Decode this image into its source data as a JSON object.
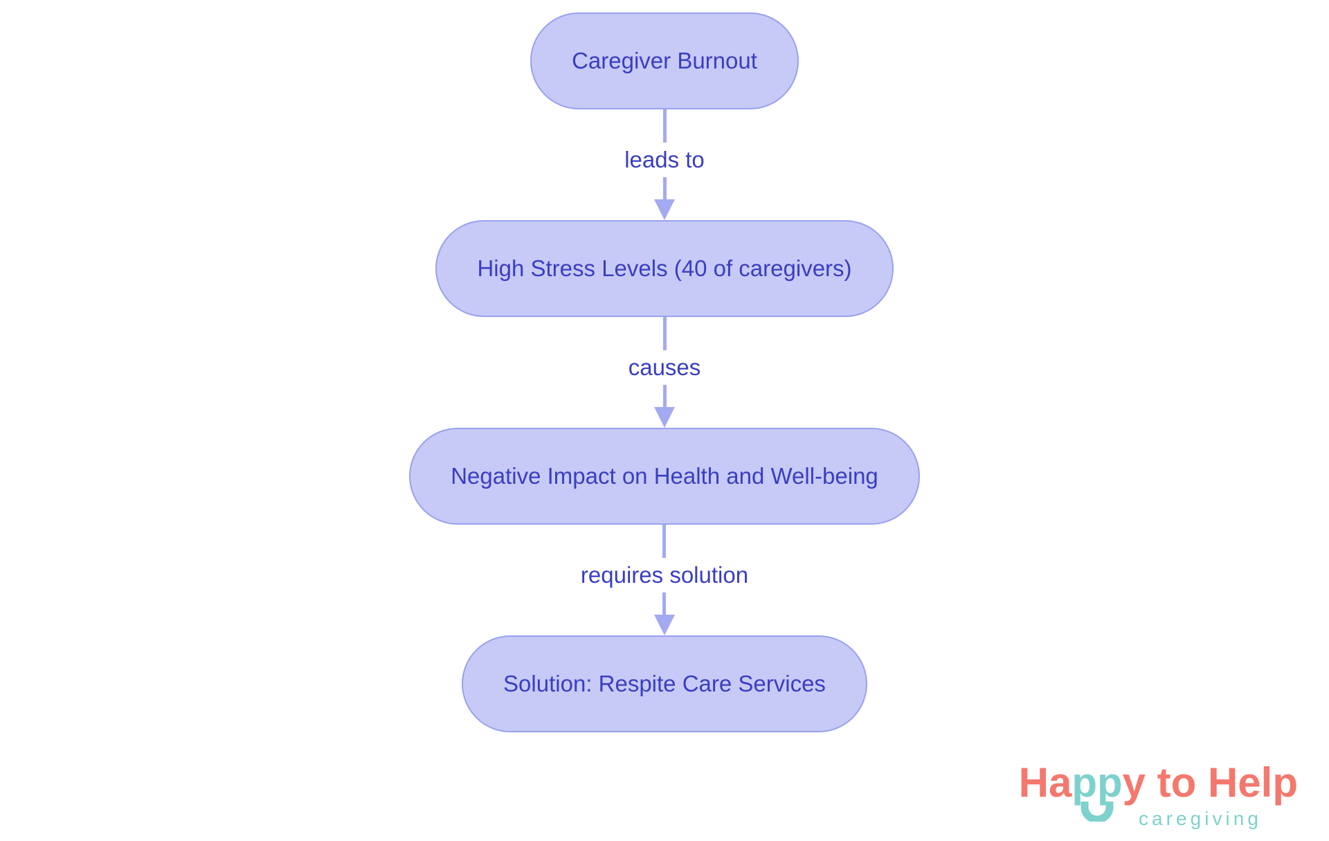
{
  "colors": {
    "background": "#ffffff",
    "node_fill": "#c7caf7",
    "node_border": "#99a1ee",
    "node_text": "#3a3ec0",
    "arrow": "#a3aaf1",
    "edge_label": "#3a3ec0",
    "logo_coral": "#f4786d",
    "logo_teal": "#7ed1cd"
  },
  "flowchart": {
    "nodes": [
      {
        "label": "Caregiver Burnout"
      },
      {
        "label": "High Stress Levels (40 of caregivers)"
      },
      {
        "label": "Negative Impact on Health and Well-being"
      },
      {
        "label": "Solution: Respite Care Services"
      }
    ],
    "edges": [
      {
        "from": "Caregiver Burnout",
        "to": "High Stress Levels (40 of caregivers)",
        "label": "leads to"
      },
      {
        "from": "High Stress Levels (40 of caregivers)",
        "to": "Negative Impact on Health and Well-being",
        "label": "causes"
      },
      {
        "from": "Negative Impact on Health and Well-being",
        "to": "Solution: Respite Care Services",
        "label": "requires solution"
      }
    ]
  },
  "logo": {
    "brand_parts": [
      {
        "text": "Ha"
      },
      {
        "text": "pp"
      },
      {
        "text": "y to Help"
      }
    ],
    "tagline": "caregiving"
  }
}
